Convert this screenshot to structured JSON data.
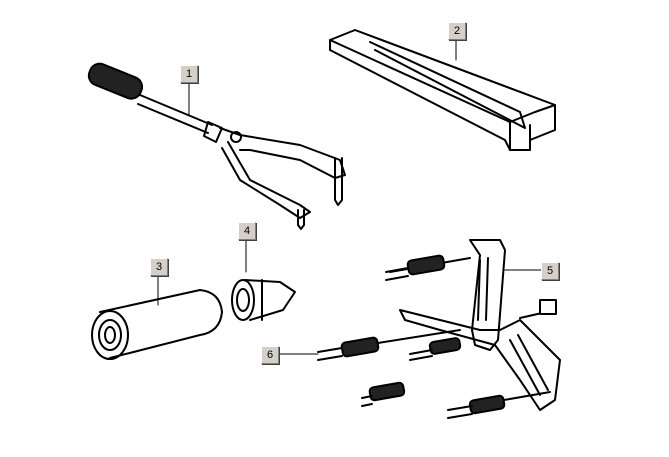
{
  "callouts": [
    {
      "number": "1",
      "part": "pipe-wrench-tool"
    },
    {
      "number": "2",
      "part": "slotted-bar"
    },
    {
      "number": "3",
      "part": "sleeve"
    },
    {
      "number": "4",
      "part": "cone-adapter"
    },
    {
      "number": "5",
      "part": "puller-assembly"
    },
    {
      "number": "6",
      "part": "puller-bolts"
    }
  ]
}
